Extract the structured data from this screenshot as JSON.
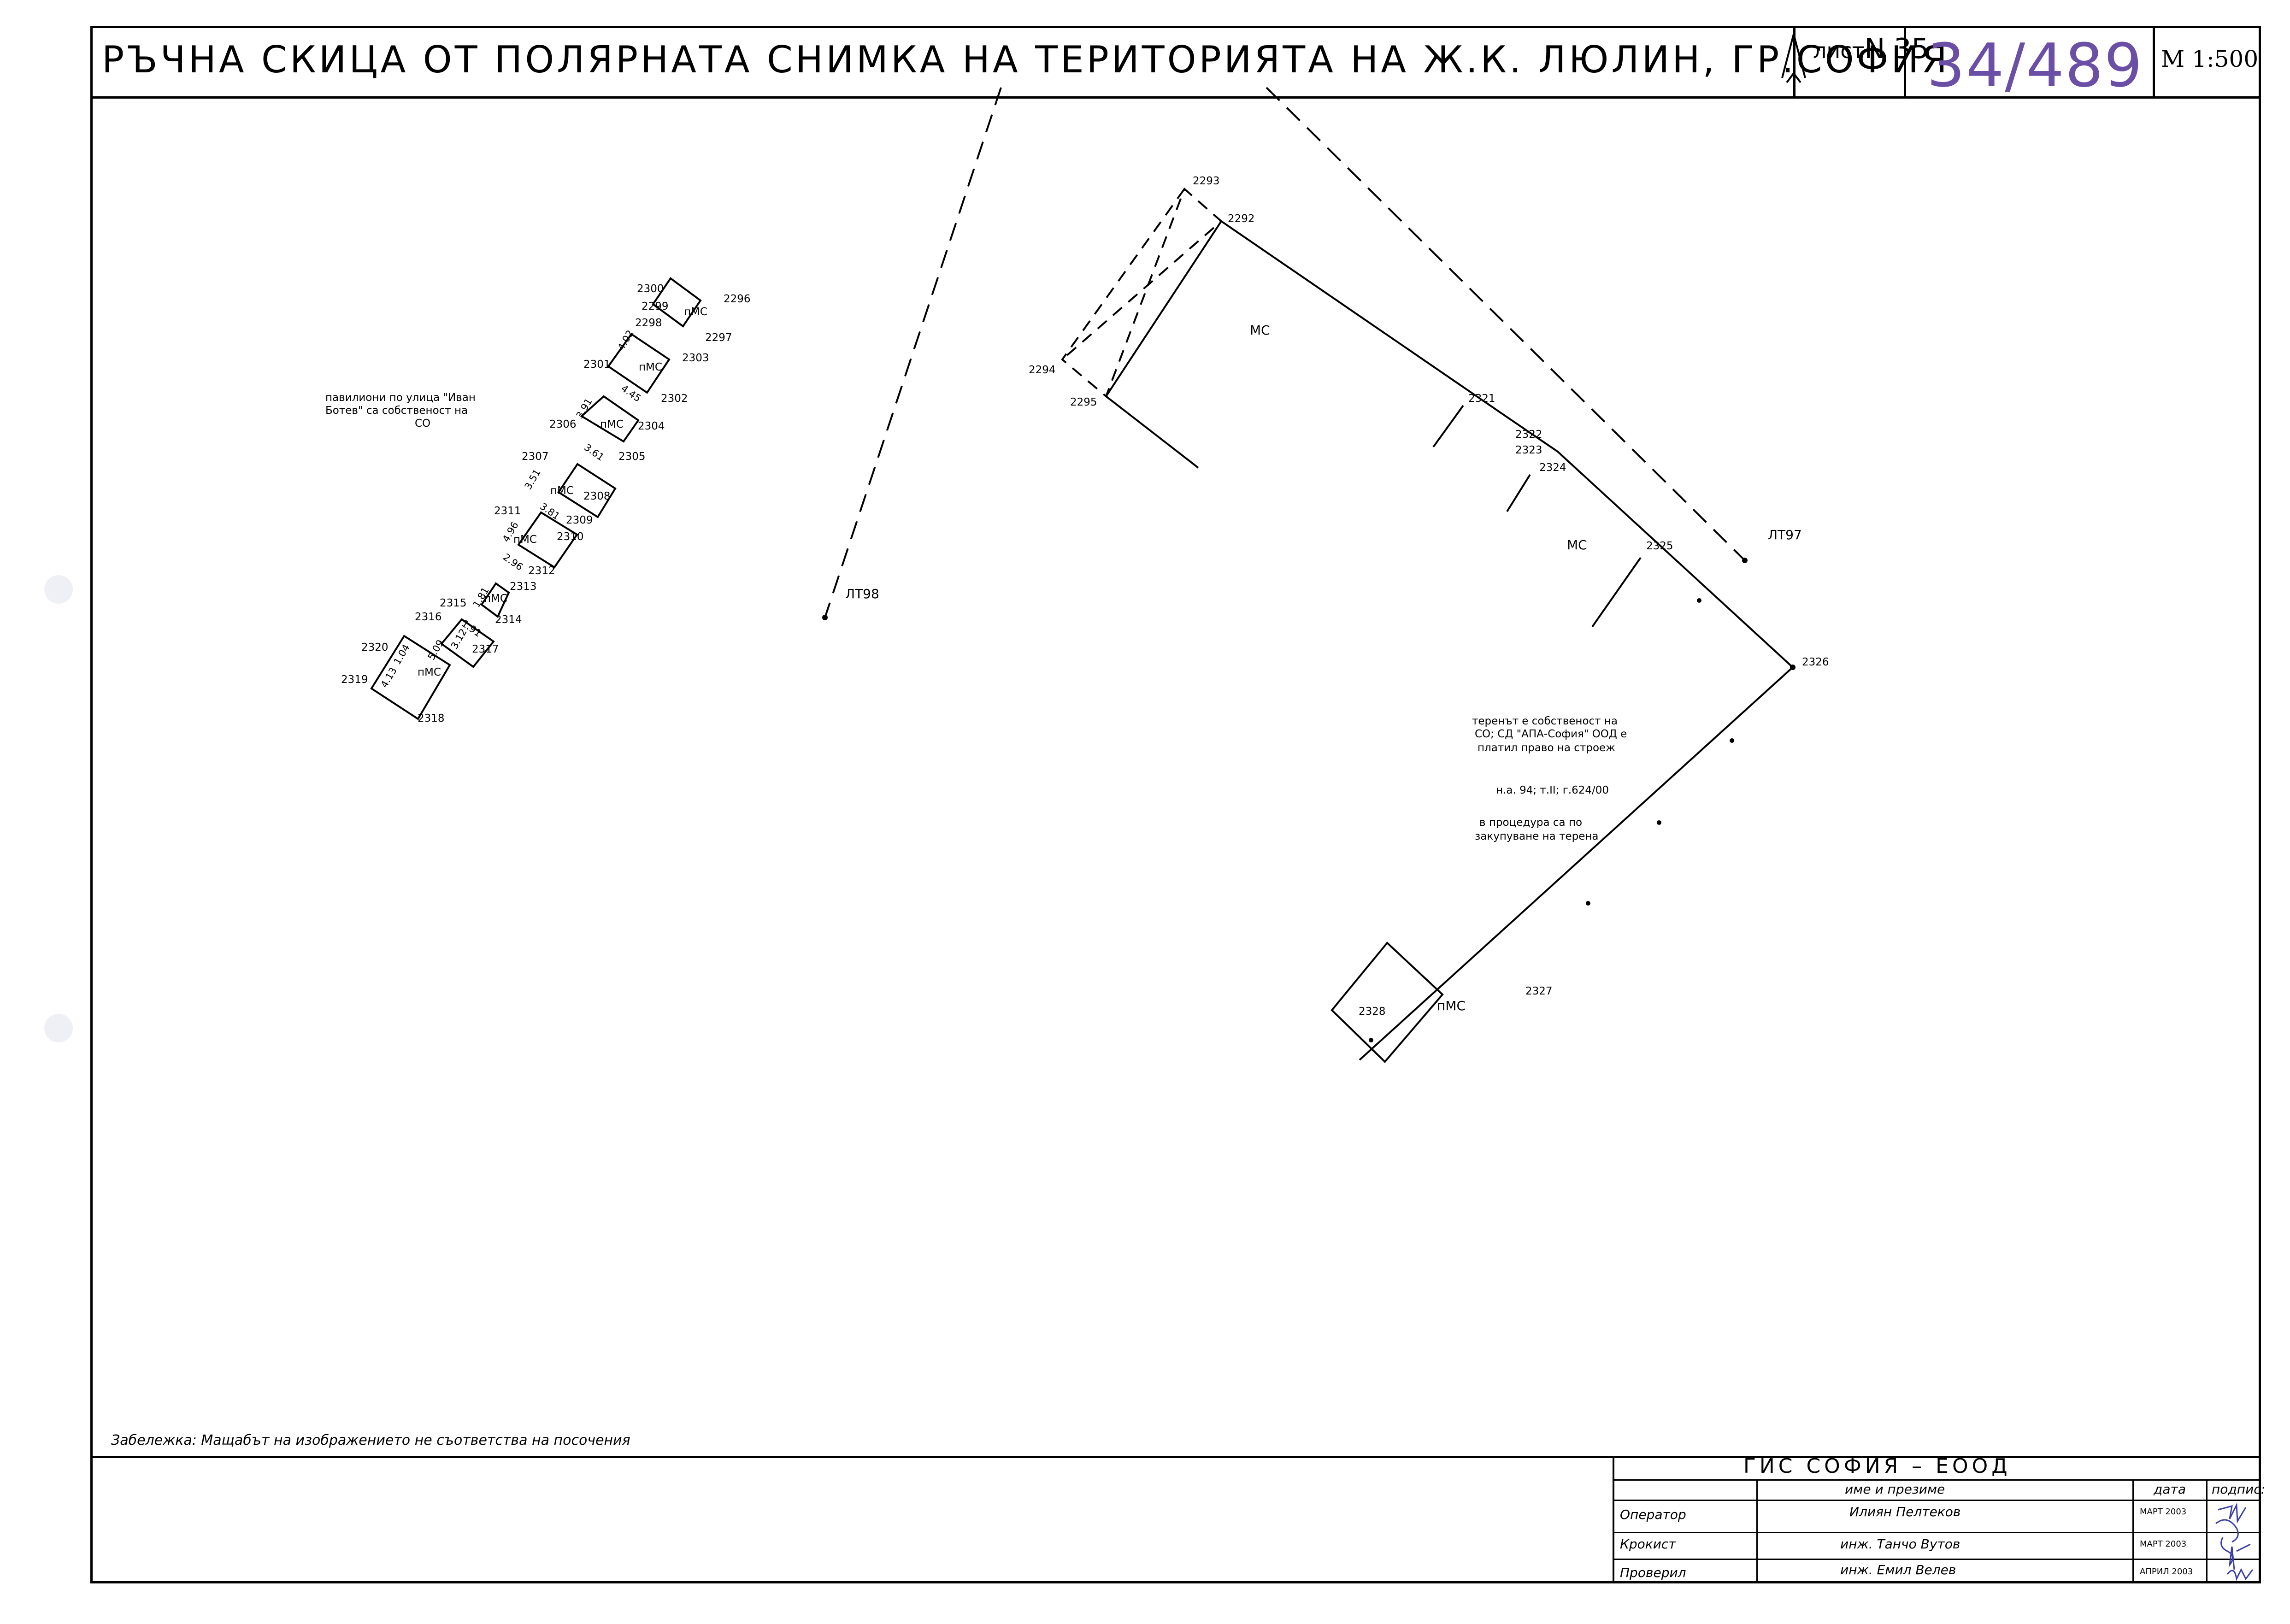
{
  "title": "РЪЧНА СКИЦА ОТ ПОЛЯРНАТА СНИМКА НА ТЕРИТОРИЯТА НА Ж.К. ЛЮЛИН, ГР.СОФИЯ",
  "sheet": {
    "label": "лист",
    "prefix": "N",
    "number": "35"
  },
  "handwritten_number": "34/489",
  "scale": "М 1:500",
  "note": "Забележка: Мащабът на изображението не съответства на посочения",
  "annotations": {
    "pavilions_1": "павилиони по улица \"Иван",
    "pavilions_2": "Ботев\" са собственост на",
    "pavilions_3": "СО",
    "terrain_1": "теренът е собственост на",
    "terrain_2": "СО; СД \"АПА-София\" ООД е",
    "terrain_3": "платил право на строеж",
    "deed": "н.а. 94; т.II; г.624/00",
    "procedure_1": "в процедура са по",
    "procedure_2": "закупуване на терена"
  },
  "points": {
    "p2293": "2293",
    "p2292": "2292",
    "p2294": "2294",
    "p2295": "2295",
    "p2321": "2321",
    "p2322": "2322",
    "p2323": "2323",
    "p2324": "2324",
    "p2325": "2325",
    "p2326": "2326",
    "p2327": "2327",
    "p2328": "2328",
    "LT97": "ЛТ97",
    "LT98": "ЛТ98",
    "p2296": "2296",
    "p2297": "2297",
    "p2298": "2298",
    "p2299": "2299",
    "p2300": "2300",
    "p2301": "2301",
    "p2302": "2302",
    "p2303": "2303",
    "p2304": "2304",
    "p2305": "2305",
    "p2306": "2306",
    "p2307": "2307",
    "p2308": "2308",
    "p2309": "2309",
    "p2310": "2310",
    "p2311": "2311",
    "p2312": "2312",
    "p2313": "2313",
    "p2314": "2314",
    "p2315": "2315",
    "p2316": "2316",
    "p2317": "2317",
    "p2318": "2318",
    "p2319": "2319",
    "p2320": "2320"
  },
  "buildings": {
    "mc": "МС",
    "pmc": "пМС"
  },
  "dimensions": {
    "d402": "4.02",
    "d445": "4.45",
    "d391": "3.91",
    "d361": "3.61",
    "d351": "3.51",
    "d381": "3.81",
    "d496": "4.96",
    "d296": "2.96",
    "d181": "1.81",
    "d191": "1.91",
    "d312": "3.12",
    "d509": "5.09",
    "d413": "4.13",
    "d104": "1.04"
  },
  "stamp": {
    "company": "ГИС СОФИЯ – ЕООД",
    "col_name": "име и презиме",
    "col_date": "дата",
    "col_sign": "подпис:",
    "rows": [
      {
        "role": "Оператор",
        "name": "Илиян Пелтеков",
        "date": "МАРТ 2003"
      },
      {
        "role": "Крокист",
        "name": "инж. Танчо Вутов",
        "date": "МАРТ 2003"
      },
      {
        "role": "Проверил",
        "name": "инж. Емил Велев",
        "date": "АПРИЛ 2003"
      }
    ]
  }
}
